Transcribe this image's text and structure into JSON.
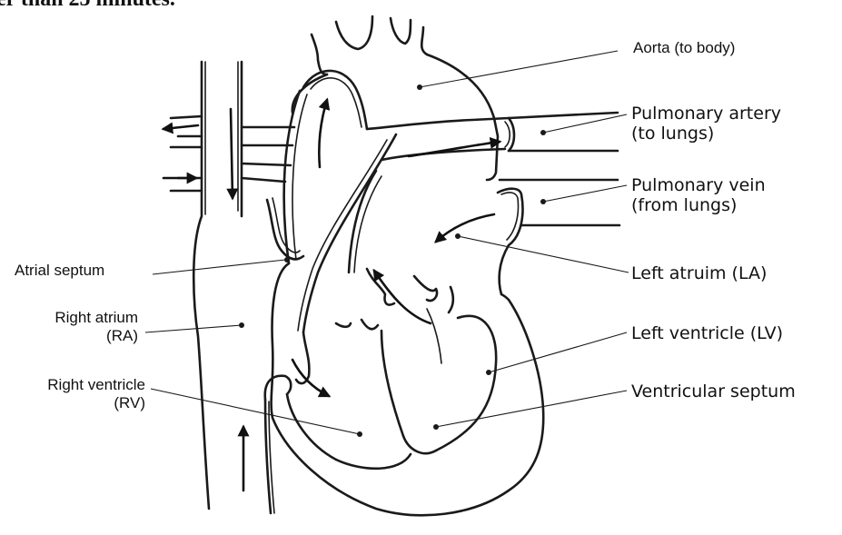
{
  "cut_text": "er than 25 minutes.",
  "labels": {
    "aorta": "Aorta (to body)",
    "pulmonary_artery_1": "Pulmonary artery",
    "pulmonary_artery_2": "(to lungs)",
    "pulmonary_vein_1": "Pulmonary vein",
    "pulmonary_vein_2": "(from lungs)",
    "left_atrium": "Left atruim (LA)",
    "left_ventricle": "Left ventricle (LV)",
    "ventricular_septum": "Ventricular septum",
    "atrial_septum": "Atrial septum",
    "right_atrium_1": "Right atrium",
    "right_atrium_2": "(RA)",
    "right_ventricle_1": "Right ventricle",
    "right_ventricle_2": "(RV)"
  },
  "colors": {
    "ink": "#1a1a1a",
    "background": "#ffffff"
  }
}
